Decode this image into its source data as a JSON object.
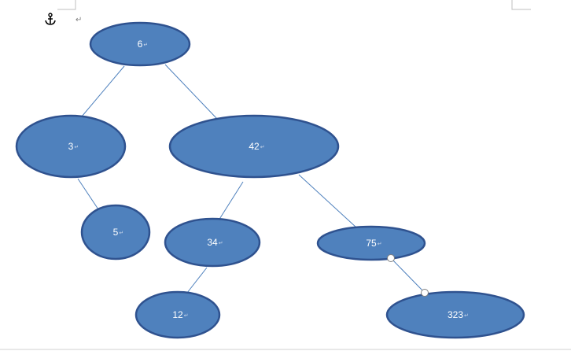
{
  "document": {
    "anchor_icon": "anchor-icon",
    "paragraph_mark": "↵",
    "node_text_mark": "↵",
    "colors": {
      "node_fill": "#4f81bd",
      "node_stroke": "#2f528f",
      "edge": "#4f81bd",
      "page_bg": "#ffffff",
      "handle_fill": "#ffffff",
      "handle_stroke": "#7f7f7f"
    }
  },
  "tree": {
    "nodes": [
      {
        "id": "n6",
        "label": "6"
      },
      {
        "id": "n3",
        "label": "3"
      },
      {
        "id": "n42",
        "label": "42"
      },
      {
        "id": "n5",
        "label": "5"
      },
      {
        "id": "n34",
        "label": "34"
      },
      {
        "id": "n75",
        "label": "75"
      },
      {
        "id": "n12",
        "label": "12"
      },
      {
        "id": "n323",
        "label": "323"
      }
    ],
    "edges": [
      {
        "from": "n6",
        "to": "n3"
      },
      {
        "from": "n6",
        "to": "n42"
      },
      {
        "from": "n3",
        "to": "n5"
      },
      {
        "from": "n42",
        "to": "n34"
      },
      {
        "from": "n42",
        "to": "n75"
      },
      {
        "from": "n34",
        "to": "n12"
      },
      {
        "from": "n75",
        "to": "n323",
        "selected": true
      }
    ]
  }
}
